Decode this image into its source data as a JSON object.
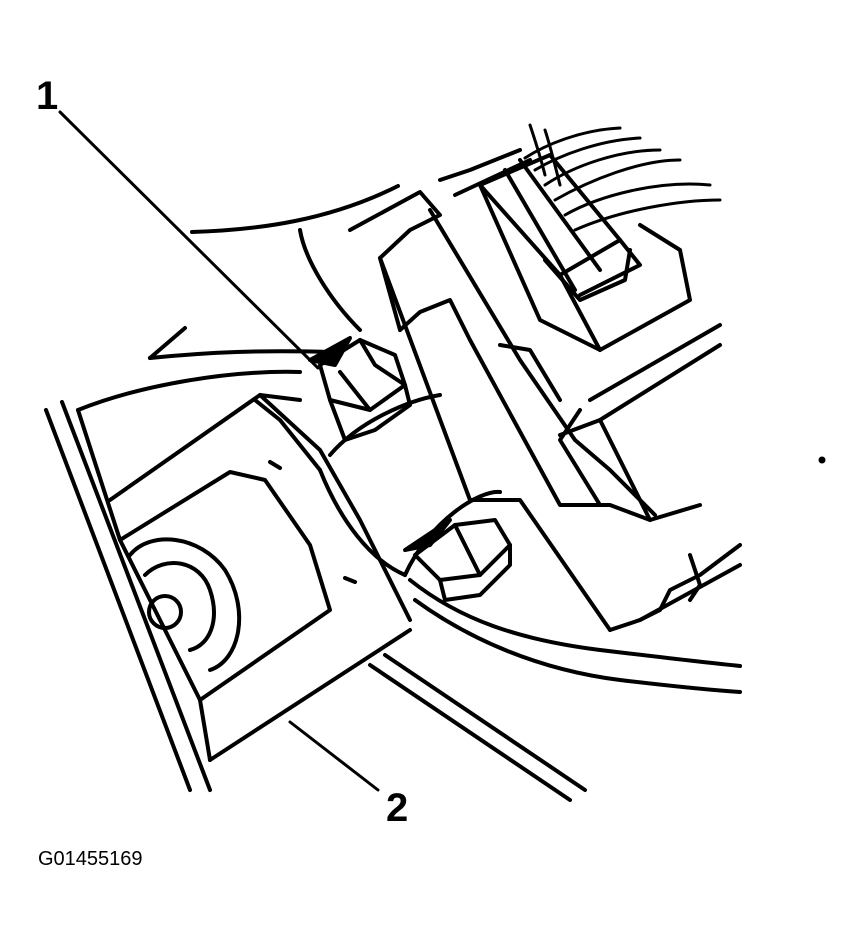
{
  "figure": {
    "callouts": [
      {
        "id": "1",
        "label": "1"
      },
      {
        "id": "2",
        "label": "2"
      }
    ],
    "figure_id": "G01455169",
    "colors": {
      "line": "#000000",
      "background": "#ffffff"
    }
  }
}
